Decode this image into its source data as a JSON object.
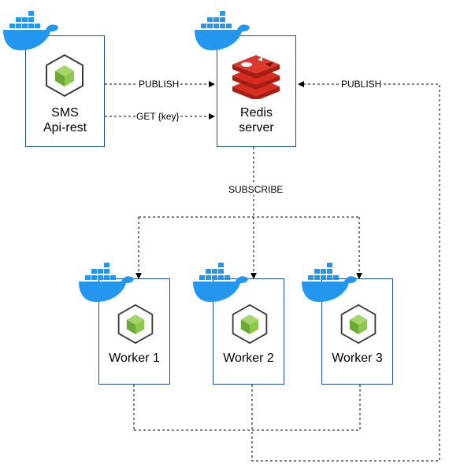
{
  "nodes": {
    "sms_api": {
      "line1": "SMS",
      "line2": "Api-rest"
    },
    "redis": {
      "line1": "Redis",
      "line2": "server"
    },
    "worker1": {
      "label": "Worker 1"
    },
    "worker2": {
      "label": "Worker 2"
    },
    "worker3": {
      "label": "Worker 3"
    }
  },
  "edges": {
    "publish_api": "PUBLISH",
    "get_key": "GET {key}",
    "subscribe": "SUBSCRIBE",
    "publish_workers": "PUBLISH"
  },
  "colors": {
    "docker_blue": "#2496ED",
    "node_green": "#8CC84B",
    "redis_red": "#D82C20",
    "box_border": "#1f4e8c"
  },
  "icons": [
    "docker-whale-icon",
    "nodejs-cube-icon",
    "redis-logo-icon"
  ]
}
